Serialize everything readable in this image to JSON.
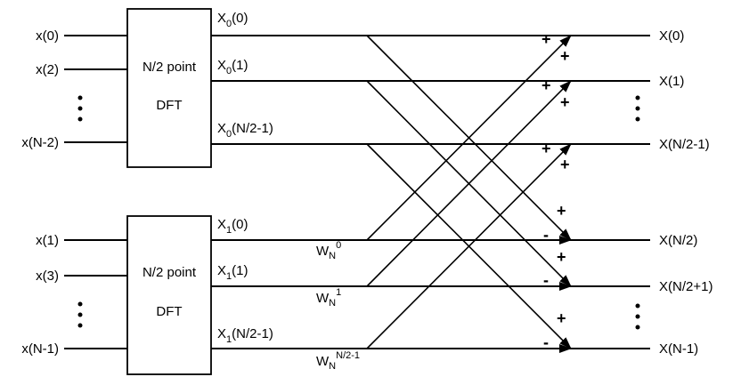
{
  "top_dft": {
    "inputs": [
      "x(0)",
      "x(2)",
      "x(N-2)"
    ],
    "block_line1": "N/2 point",
    "block_line2": "DFT",
    "outputs": [
      {
        "base": "X",
        "sub": "0",
        "arg": "(0)"
      },
      {
        "base": "X",
        "sub": "0",
        "arg": "(1)"
      },
      {
        "base": "X",
        "sub": "0",
        "arg": "(N/2-1)"
      }
    ]
  },
  "bottom_dft": {
    "inputs": [
      "x(1)",
      "x(3)",
      "x(N-1)"
    ],
    "block_line1": "N/2 point",
    "block_line2": "DFT",
    "outputs": [
      {
        "base": "X",
        "sub": "1",
        "arg": "(0)"
      },
      {
        "base": "X",
        "sub": "1",
        "arg": "(1)"
      },
      {
        "base": "X",
        "sub": "1",
        "arg": "(N/2-1)"
      }
    ]
  },
  "twiddles": [
    {
      "base": "W",
      "sub": "N",
      "sup": "0"
    },
    {
      "base": "W",
      "sub": "N",
      "sup": "1"
    },
    {
      "base": "W",
      "sub": "N",
      "sup": "N/2-1"
    }
  ],
  "outputs": [
    "X(0)",
    "X(1)",
    "X(N/2-1)",
    "X(N/2)",
    "X(N/2+1)",
    "X(N-1)"
  ],
  "signs": {
    "plus": "+",
    "minus": "-"
  }
}
